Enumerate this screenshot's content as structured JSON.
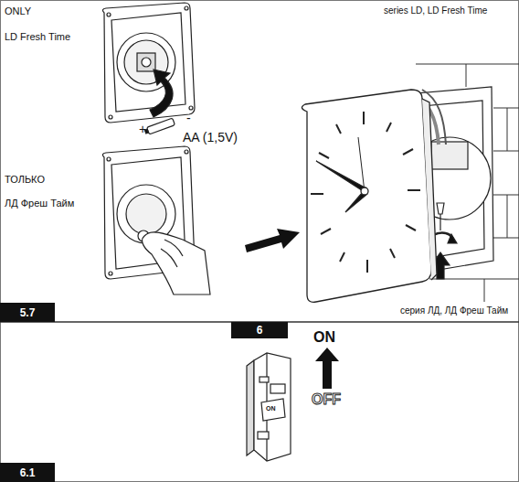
{
  "diagram": {
    "nodes": [
      {
        "text": [
          "5.7"
        ]
      },
      {
        "text": [
          "6"
        ]
      },
      {
        "text": [
          "6.1"
        ]
      }
    ],
    "labels": [
      "ONLY",
      "LD Fresh Time",
      "series LD, LD Fresh Time",
      "+",
      "-",
      "AA (1,5V)",
      "ТОЛЬКО",
      "ЛД Фреш Тайм",
      "серия ЛД, ЛД Фреш Тайм",
      "ON",
      "OFF",
      "ON"
    ]
  }
}
